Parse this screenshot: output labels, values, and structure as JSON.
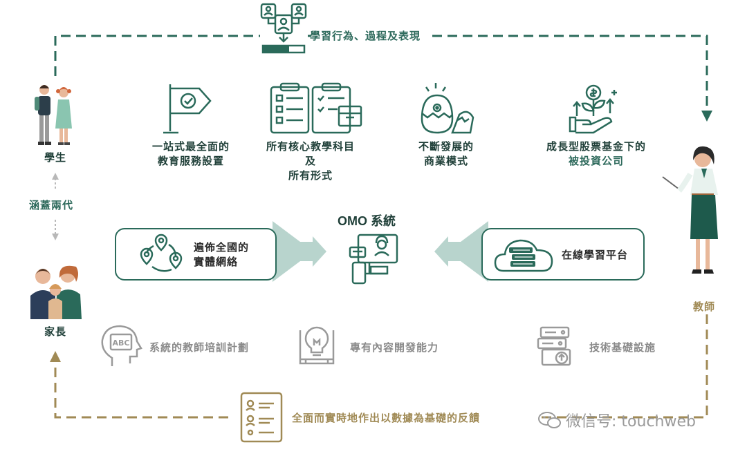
{
  "top_loop_label": "學習行為、過程及表現",
  "bottom_loop_label": "全面而實時地作出以數據為基礎的反饋",
  "left": {
    "student_label": "學生",
    "generation_label": "涵蓋兩代",
    "parent_label": "家長"
  },
  "right": {
    "teacher_label": "教師"
  },
  "features": [
    {
      "line1": "一站式最全面的",
      "line2": "教育服務設置",
      "line3": "",
      "icon": "flag-check-icon"
    },
    {
      "line1": "所有核心教學科目",
      "line2": "及",
      "line3": "所有形式",
      "icon": "clipboard-icon"
    },
    {
      "line1": "不斷發展的",
      "line2": "商業模式",
      "line3": "",
      "icon": "hatching-egg-icon"
    },
    {
      "line1": "成長型股票基金下的",
      "line2": "被投資公司",
      "line3": "",
      "icon": "money-plant-hand-icon"
    }
  ],
  "center": {
    "title": "OMO 系統",
    "left_box": {
      "line1": "遍佈全國的",
      "line2": "實體網絡"
    },
    "right_box": {
      "line1": "在線學習平台"
    }
  },
  "supports": [
    {
      "label": "系統的教師培訓計劃",
      "icon": "head-abc-icon"
    },
    {
      "label": "專有內容開發能力",
      "icon": "lightbulb-book-icon"
    },
    {
      "label": "技術基礎設施",
      "icon": "server-upload-icon"
    }
  ],
  "watermark": "微信号: touchweb",
  "colors": {
    "green": "#2a6a5a",
    "gold": "#a08a55",
    "gray": "#9a9a9a"
  }
}
